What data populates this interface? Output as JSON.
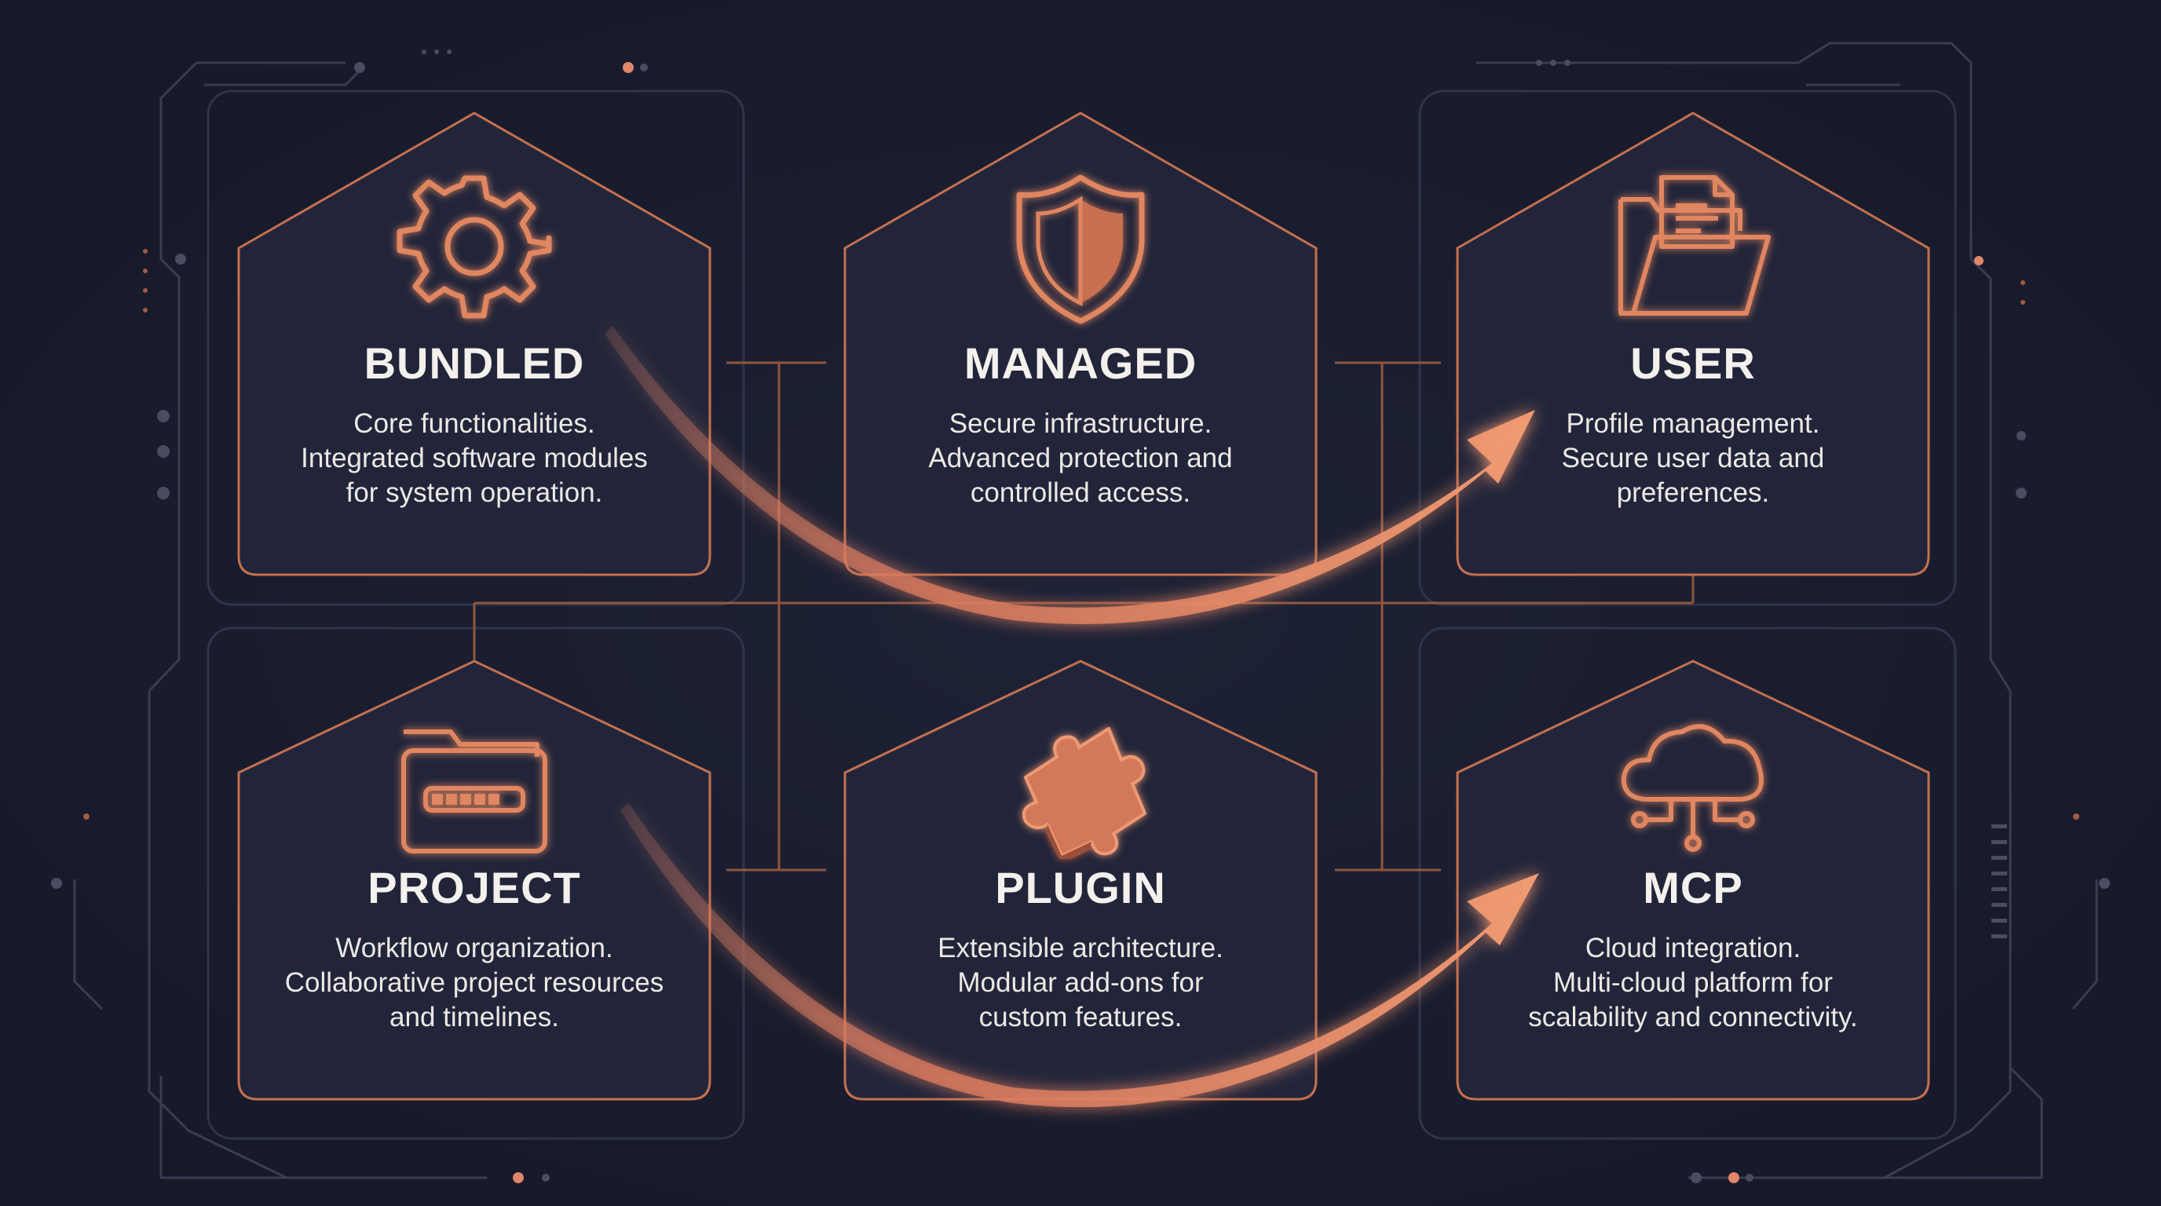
{
  "colors": {
    "background": "#1a1d30",
    "card_fill": "#22253a",
    "accent": "#e08660",
    "accent_dark": "#b5654a",
    "text": "#f4f0ec"
  },
  "cards": [
    {
      "id": "bundled",
      "icon": "gear-icon",
      "title": "BUNDLED",
      "lines": [
        "Core functionalities.",
        "Integrated software modules",
        "for system operation."
      ]
    },
    {
      "id": "managed",
      "icon": "shield-icon",
      "title": "MANAGED",
      "lines": [
        "Secure infrastructure.",
        "Advanced protection and",
        "controlled access."
      ]
    },
    {
      "id": "user",
      "icon": "folder-document-icon",
      "title": "USER",
      "lines": [
        "Profile management.",
        "Secure user data and",
        "preferences."
      ]
    },
    {
      "id": "project",
      "icon": "folder-progress-icon",
      "title": "PROJECT",
      "lines": [
        "Workflow organization.",
        "Collaborative project resources",
        "and timelines."
      ]
    },
    {
      "id": "plugin",
      "icon": "puzzle-piece-icon",
      "title": "PLUGIN",
      "lines": [
        "Extensible architecture.",
        "Modular add-ons for",
        "custom features."
      ]
    },
    {
      "id": "mcp",
      "icon": "cloud-network-icon",
      "title": "MCP",
      "lines": [
        "Cloud integration.",
        "Multi-cloud platform for",
        "scalability and connectivity."
      ]
    }
  ]
}
